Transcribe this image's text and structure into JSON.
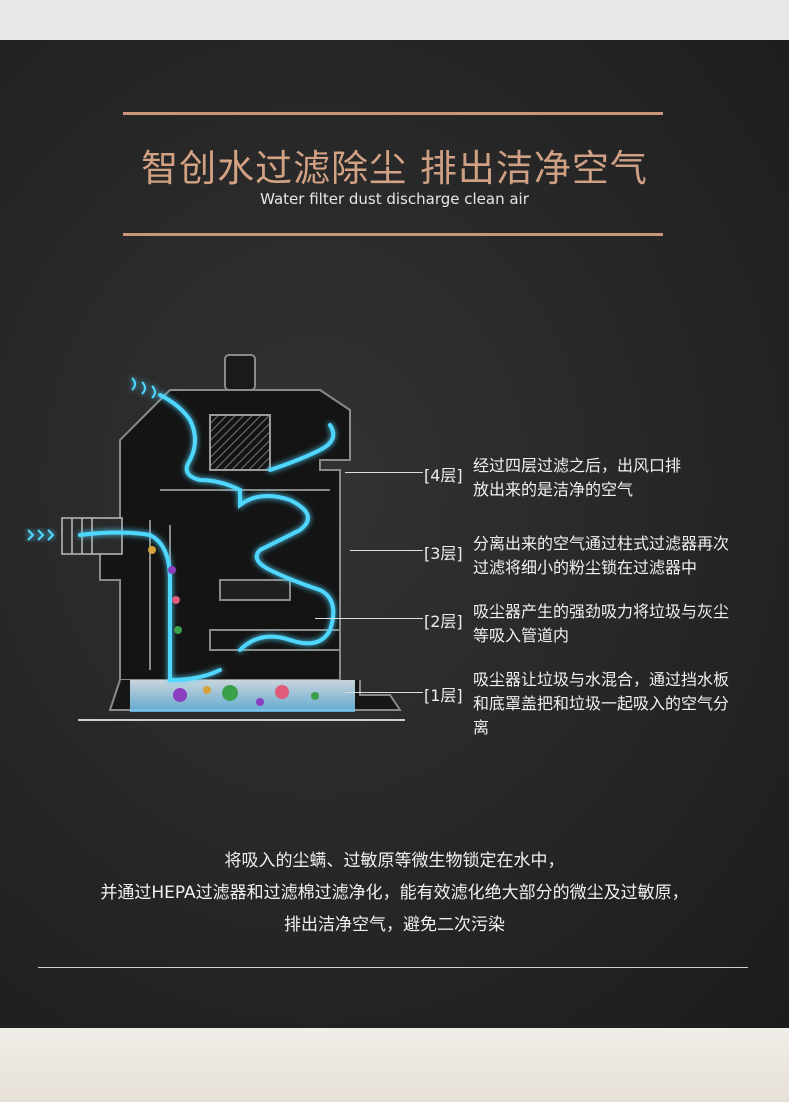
{
  "header": {
    "title_bold": "智创水过滤除尘",
    "title_light": "排出洁净空气",
    "subtitle_en": "Water filter dust discharge clean air"
  },
  "colors": {
    "accent": "#c9967a",
    "background": "#262626",
    "airflow": "#4fd7ff",
    "text": "#f0f0f0"
  },
  "layers": [
    {
      "tag": "[4层]",
      "description_lines": [
        "经过四层过滤之后，出风口排",
        "放出来的是洁净的空气"
      ]
    },
    {
      "tag": "[3层]",
      "description_lines": [
        "分离出来的空气通过柱式过滤器再次",
        "过滤将细小的粉尘锁在过滤器中"
      ]
    },
    {
      "tag": "[2层]",
      "description_lines": [
        "吸尘器产生的强劲吸力将垃圾与灰尘",
        "等吸入管道内"
      ]
    },
    {
      "tag": "[1层]",
      "description_lines": [
        "吸尘器让垃圾与水混合，通过挡水板",
        "和底罩盖把和垃圾一起吸入的空气分",
        "离"
      ]
    }
  ],
  "summary": {
    "line1": "将吸入的尘螨、过敏原等微生物锁定在水中，",
    "line2": "并通过HEPA过滤器和过滤棉过滤净化，能有效滤化绝大部分的微尘及过敏原，",
    "line3": "排出洁净空气，避免二次污染"
  },
  "diagram": {
    "icons": [
      "vacuum-cross-section-icon",
      "airflow-path-icon",
      "water-tank-icon",
      "germ-icon",
      "intake-arrows-icon",
      "exhaust-arrows-icon"
    ]
  }
}
